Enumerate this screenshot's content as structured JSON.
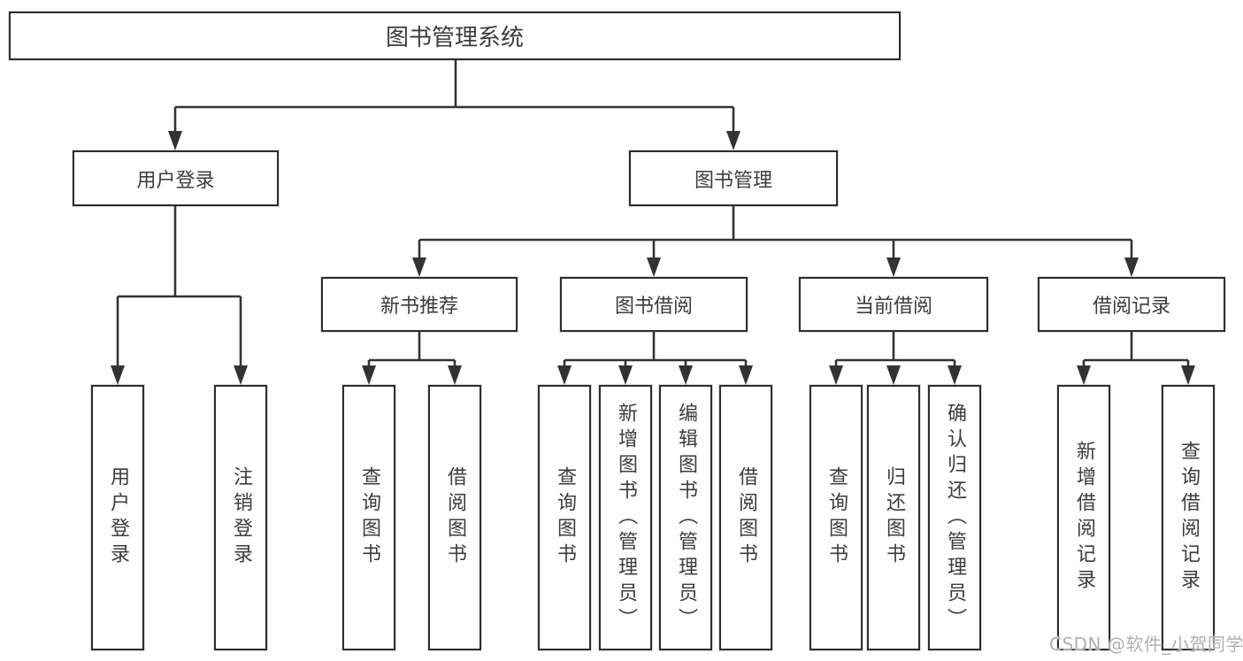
{
  "diagram": {
    "title": "图书管理系统",
    "type": "hierarchy-tree",
    "colors": {
      "line": "#333333",
      "border": "#2d2d2d",
      "text": "#3c3c3c",
      "watermark": "#b0b0b0",
      "background": "#ffffff"
    }
  },
  "watermark": {
    "text": "CSDN @软件_小贺同学"
  },
  "tree": {
    "root": {
      "label": "图书管理系统"
    },
    "branches": [
      {
        "label": "用户登录",
        "children": [
          {
            "label": "用户登录"
          },
          {
            "label": "注销登录"
          }
        ]
      },
      {
        "label": "图书管理",
        "children": [
          {
            "label": "新书推荐",
            "children": [
              {
                "label": "查询图书"
              },
              {
                "label": "借阅图书"
              }
            ]
          },
          {
            "label": "图书借阅",
            "children": [
              {
                "label": "查询图书"
              },
              {
                "label": "新增图书（管理员）"
              },
              {
                "label": "编辑图书（管理员）"
              },
              {
                "label": "借阅图书"
              }
            ]
          },
          {
            "label": "当前借阅",
            "children": [
              {
                "label": "查询图书"
              },
              {
                "label": "归还图书"
              },
              {
                "label": "确认归还（管理员）"
              }
            ]
          },
          {
            "label": "借阅记录",
            "children": [
              {
                "label": "新增借阅记录"
              },
              {
                "label": "查询借阅记录"
              }
            ]
          }
        ]
      }
    ]
  }
}
